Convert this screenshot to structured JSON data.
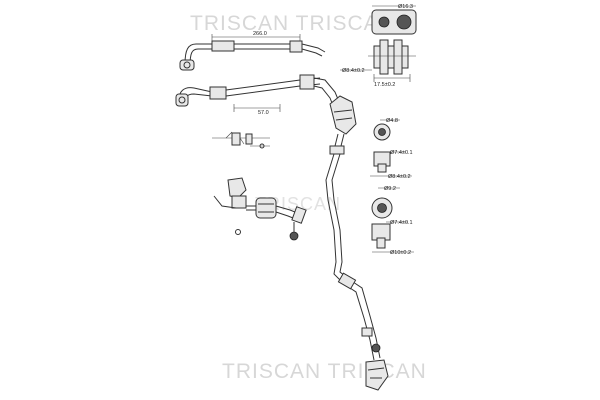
{
  "watermark": {
    "brand": "TRISCAN",
    "brand_top": "TRISCAN TRISCAN",
    "brand_bottom": "TRISCAN TRISCAN"
  },
  "dimensions": {
    "main_hose_length": "266.0",
    "lower_hose_length": "57.0",
    "outer_dia_top": "Ø8.4±0.2",
    "outer_dia_bottom": "Ø10±0.2",
    "fitting_width": "17.5±0.2",
    "fitting_top_a": "Ø16.3",
    "hole_dia_a": "Ø4.8",
    "thread_a": "Ø7.4±0.1",
    "outer_dia_a": "Ø8.4±0.2",
    "hole_dia_b": "Ø9.2",
    "inner_b": "Ø7.4±0.1",
    "outer_b": "Ø10±0.2"
  }
}
